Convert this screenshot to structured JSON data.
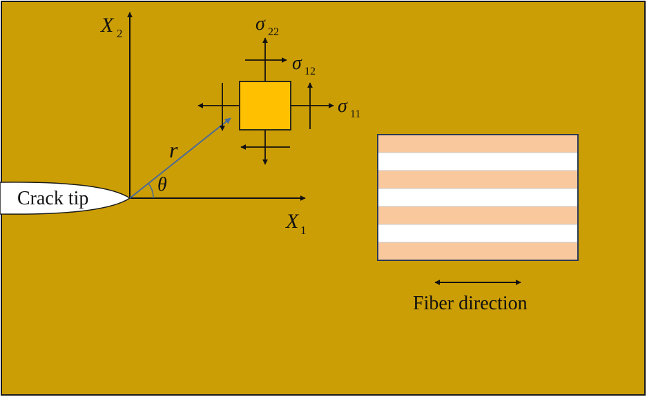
{
  "labels": {
    "x2_axis": "X",
    "x2_sub": "2",
    "x1_axis": "X",
    "x1_sub": "1",
    "crack_tip": "Crack tip",
    "radius": "r",
    "theta": "θ",
    "sigma22": "σ",
    "sigma22_sub": "22",
    "sigma12": "σ",
    "sigma12_sub": "12",
    "sigma11": "σ",
    "sigma11_sub": "11",
    "fiber_direction": "Fiber direction"
  },
  "colors": {
    "background": "#cc9e05",
    "border": "#1a1a1a",
    "element_fill": "#ffc000",
    "stripe_orange": "#f9c99d",
    "stripe_white": "#ffffff",
    "radius_vector": "#4a6a96"
  }
}
